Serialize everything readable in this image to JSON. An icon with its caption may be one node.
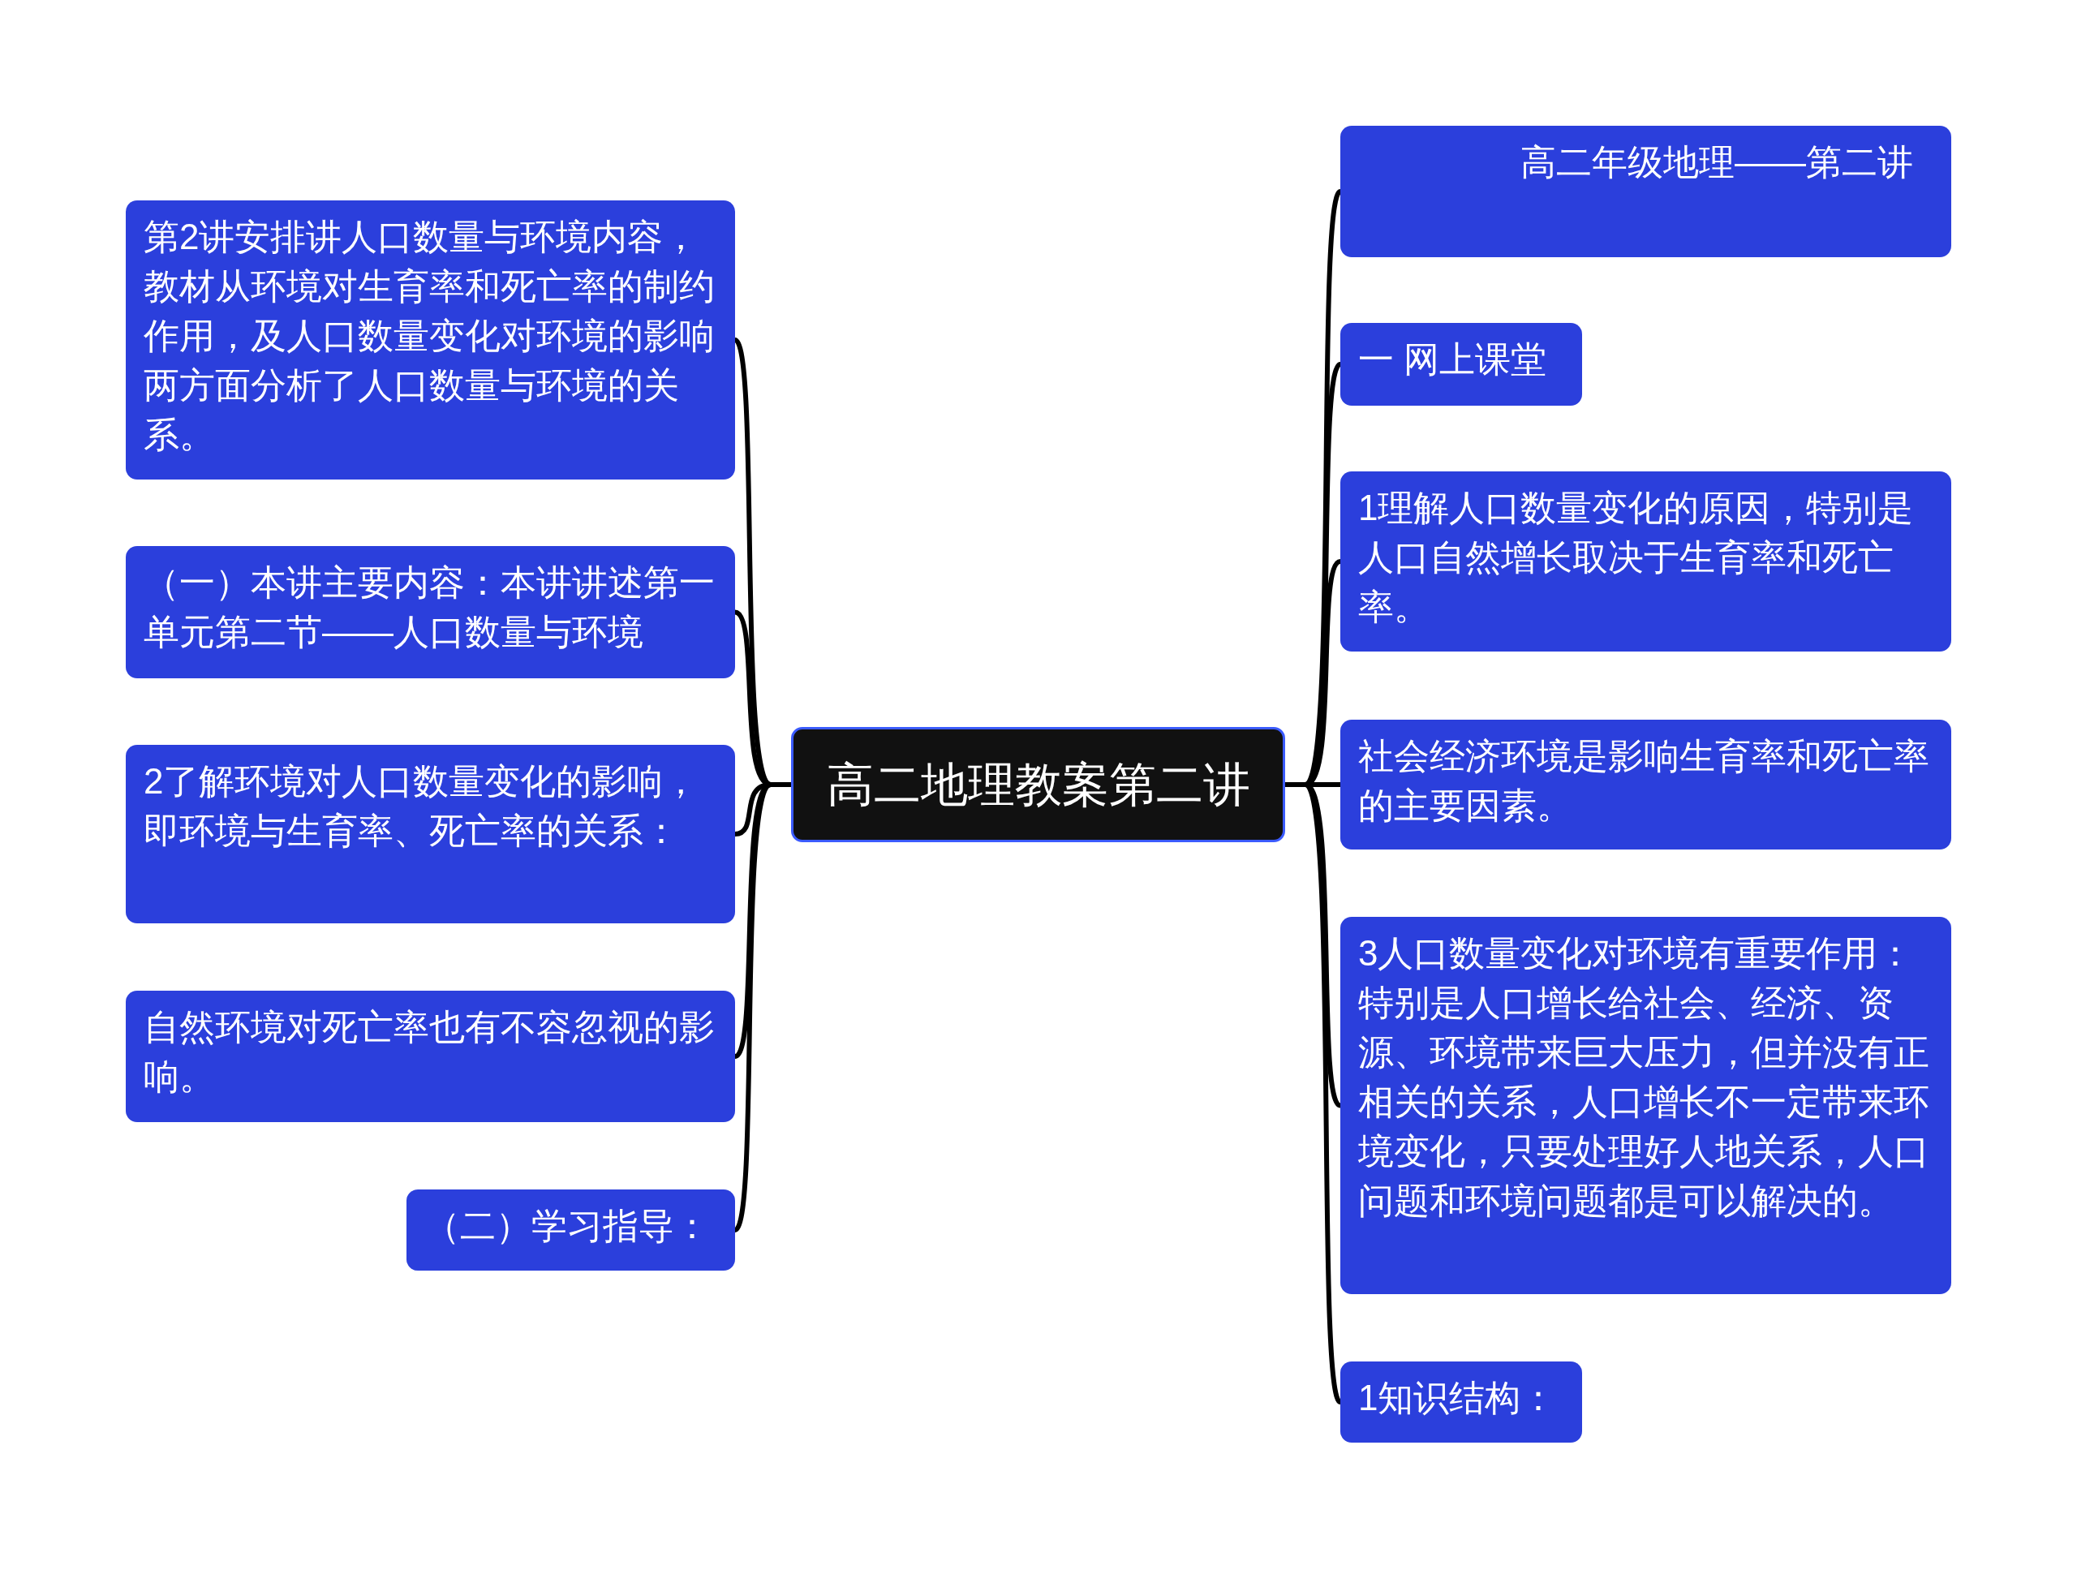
{
  "diagram": {
    "nodes": [
      {
        "text": [
          "高二地理教案第二讲"
        ]
      },
      {
        "text": [
          "第2讲安排讲人口数量与环境内容，教材从环境对生育率和死亡率的制约作用，及人口数量变化对环境的影响两方面分析了人口数量与环境的关系。"
        ]
      },
      {
        "text": [
          "（一）本讲主要内容：本讲讲述第一单元第二节——人口数量与环境"
        ]
      },
      {
        "text": [
          "2了解环境对人口数量变化的影响，即环境与生育率、死亡率的关系："
        ]
      },
      {
        "text": [
          "自然环境对死亡率也有不容忽视的影响。"
        ]
      },
      {
        "text": [
          "（二）学习指导："
        ]
      },
      {
        "text": [
          "高二年级地理——第二讲"
        ]
      },
      {
        "text": [
          "一 网上课堂"
        ]
      },
      {
        "text": [
          "1理解人口数量变化的原因，特别是人口自然增长取决于生育率和死亡率。"
        ]
      },
      {
        "text": [
          "社会经济环境是影响生育率和死亡率的主要因素。"
        ]
      },
      {
        "text": [
          "3人口数量变化对环境有重要作用：特别是人口增长给社会、经济、资源、环境带来巨大压力，但并没有正相关的关系，人口增长不一定带来环境变化，只要处理好人地关系，人口问题和环境问题都是可以解决的。"
        ]
      },
      {
        "text": [
          "1知识结构："
        ]
      }
    ],
    "edges": [
      {
        "from": 0,
        "to": 1,
        "arrow": "none"
      },
      {
        "from": 0,
        "to": 2,
        "arrow": "none"
      },
      {
        "from": 0,
        "to": 3,
        "arrow": "none"
      },
      {
        "from": 0,
        "to": 4,
        "arrow": "none"
      },
      {
        "from": 0,
        "to": 5,
        "arrow": "none"
      },
      {
        "from": 0,
        "to": 6,
        "arrow": "none"
      },
      {
        "from": 0,
        "to": 7,
        "arrow": "none"
      },
      {
        "from": 0,
        "to": 8,
        "arrow": "none"
      },
      {
        "from": 0,
        "to": 9,
        "arrow": "none"
      },
      {
        "from": 0,
        "to": 10,
        "arrow": "none"
      },
      {
        "from": 0,
        "to": 11,
        "arrow": "none"
      }
    ]
  }
}
